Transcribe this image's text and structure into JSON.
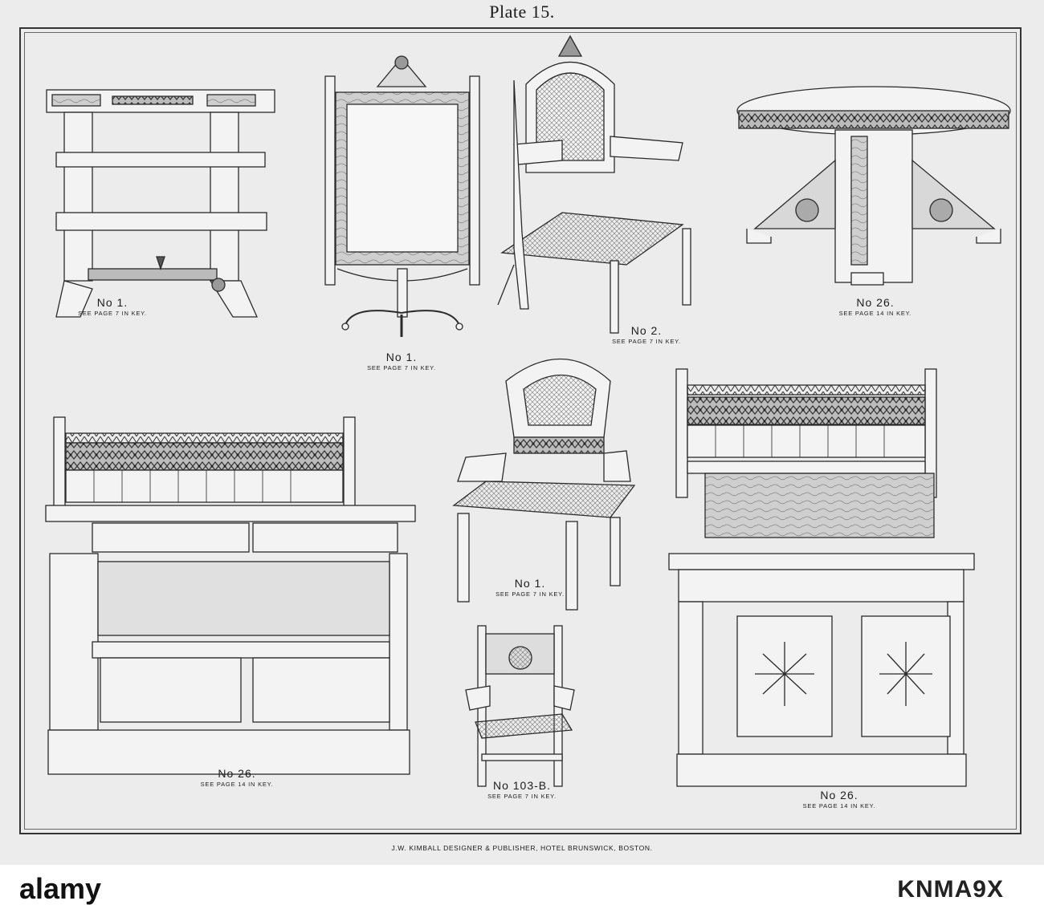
{
  "plate": {
    "title": "Plate 15."
  },
  "items": [
    {
      "num": "No 1.",
      "see": "SEE PAGE 7 IN KEY."
    },
    {
      "num": "No 1.",
      "see": "SEE PAGE 7 IN KEY."
    },
    {
      "num": "No 2.",
      "see": "SEE PAGE 7 IN KEY."
    },
    {
      "num": "No 26.",
      "see": "SEE PAGE 14 IN KEY."
    },
    {
      "num": "No 26.",
      "see": "SEE PAGE 14 IN KEY."
    },
    {
      "num": "No 1.",
      "see": "SEE PAGE 7 IN KEY."
    },
    {
      "num": "No 103-B.",
      "see": "SEE PAGE 7 IN KEY."
    },
    {
      "num": "No 26.",
      "see": "SEE PAGE 14 IN KEY."
    }
  ],
  "publisher": "J.W. KIMBALL DESIGNER & PUBLISHER, HOTEL BRUNSWICK, BOSTON.",
  "stock": {
    "logo": "alamy",
    "image_id": "KNMA9X"
  },
  "colors": {
    "paper": "#ececec",
    "ink": "#1a1a1a",
    "band": "#ffffff"
  }
}
